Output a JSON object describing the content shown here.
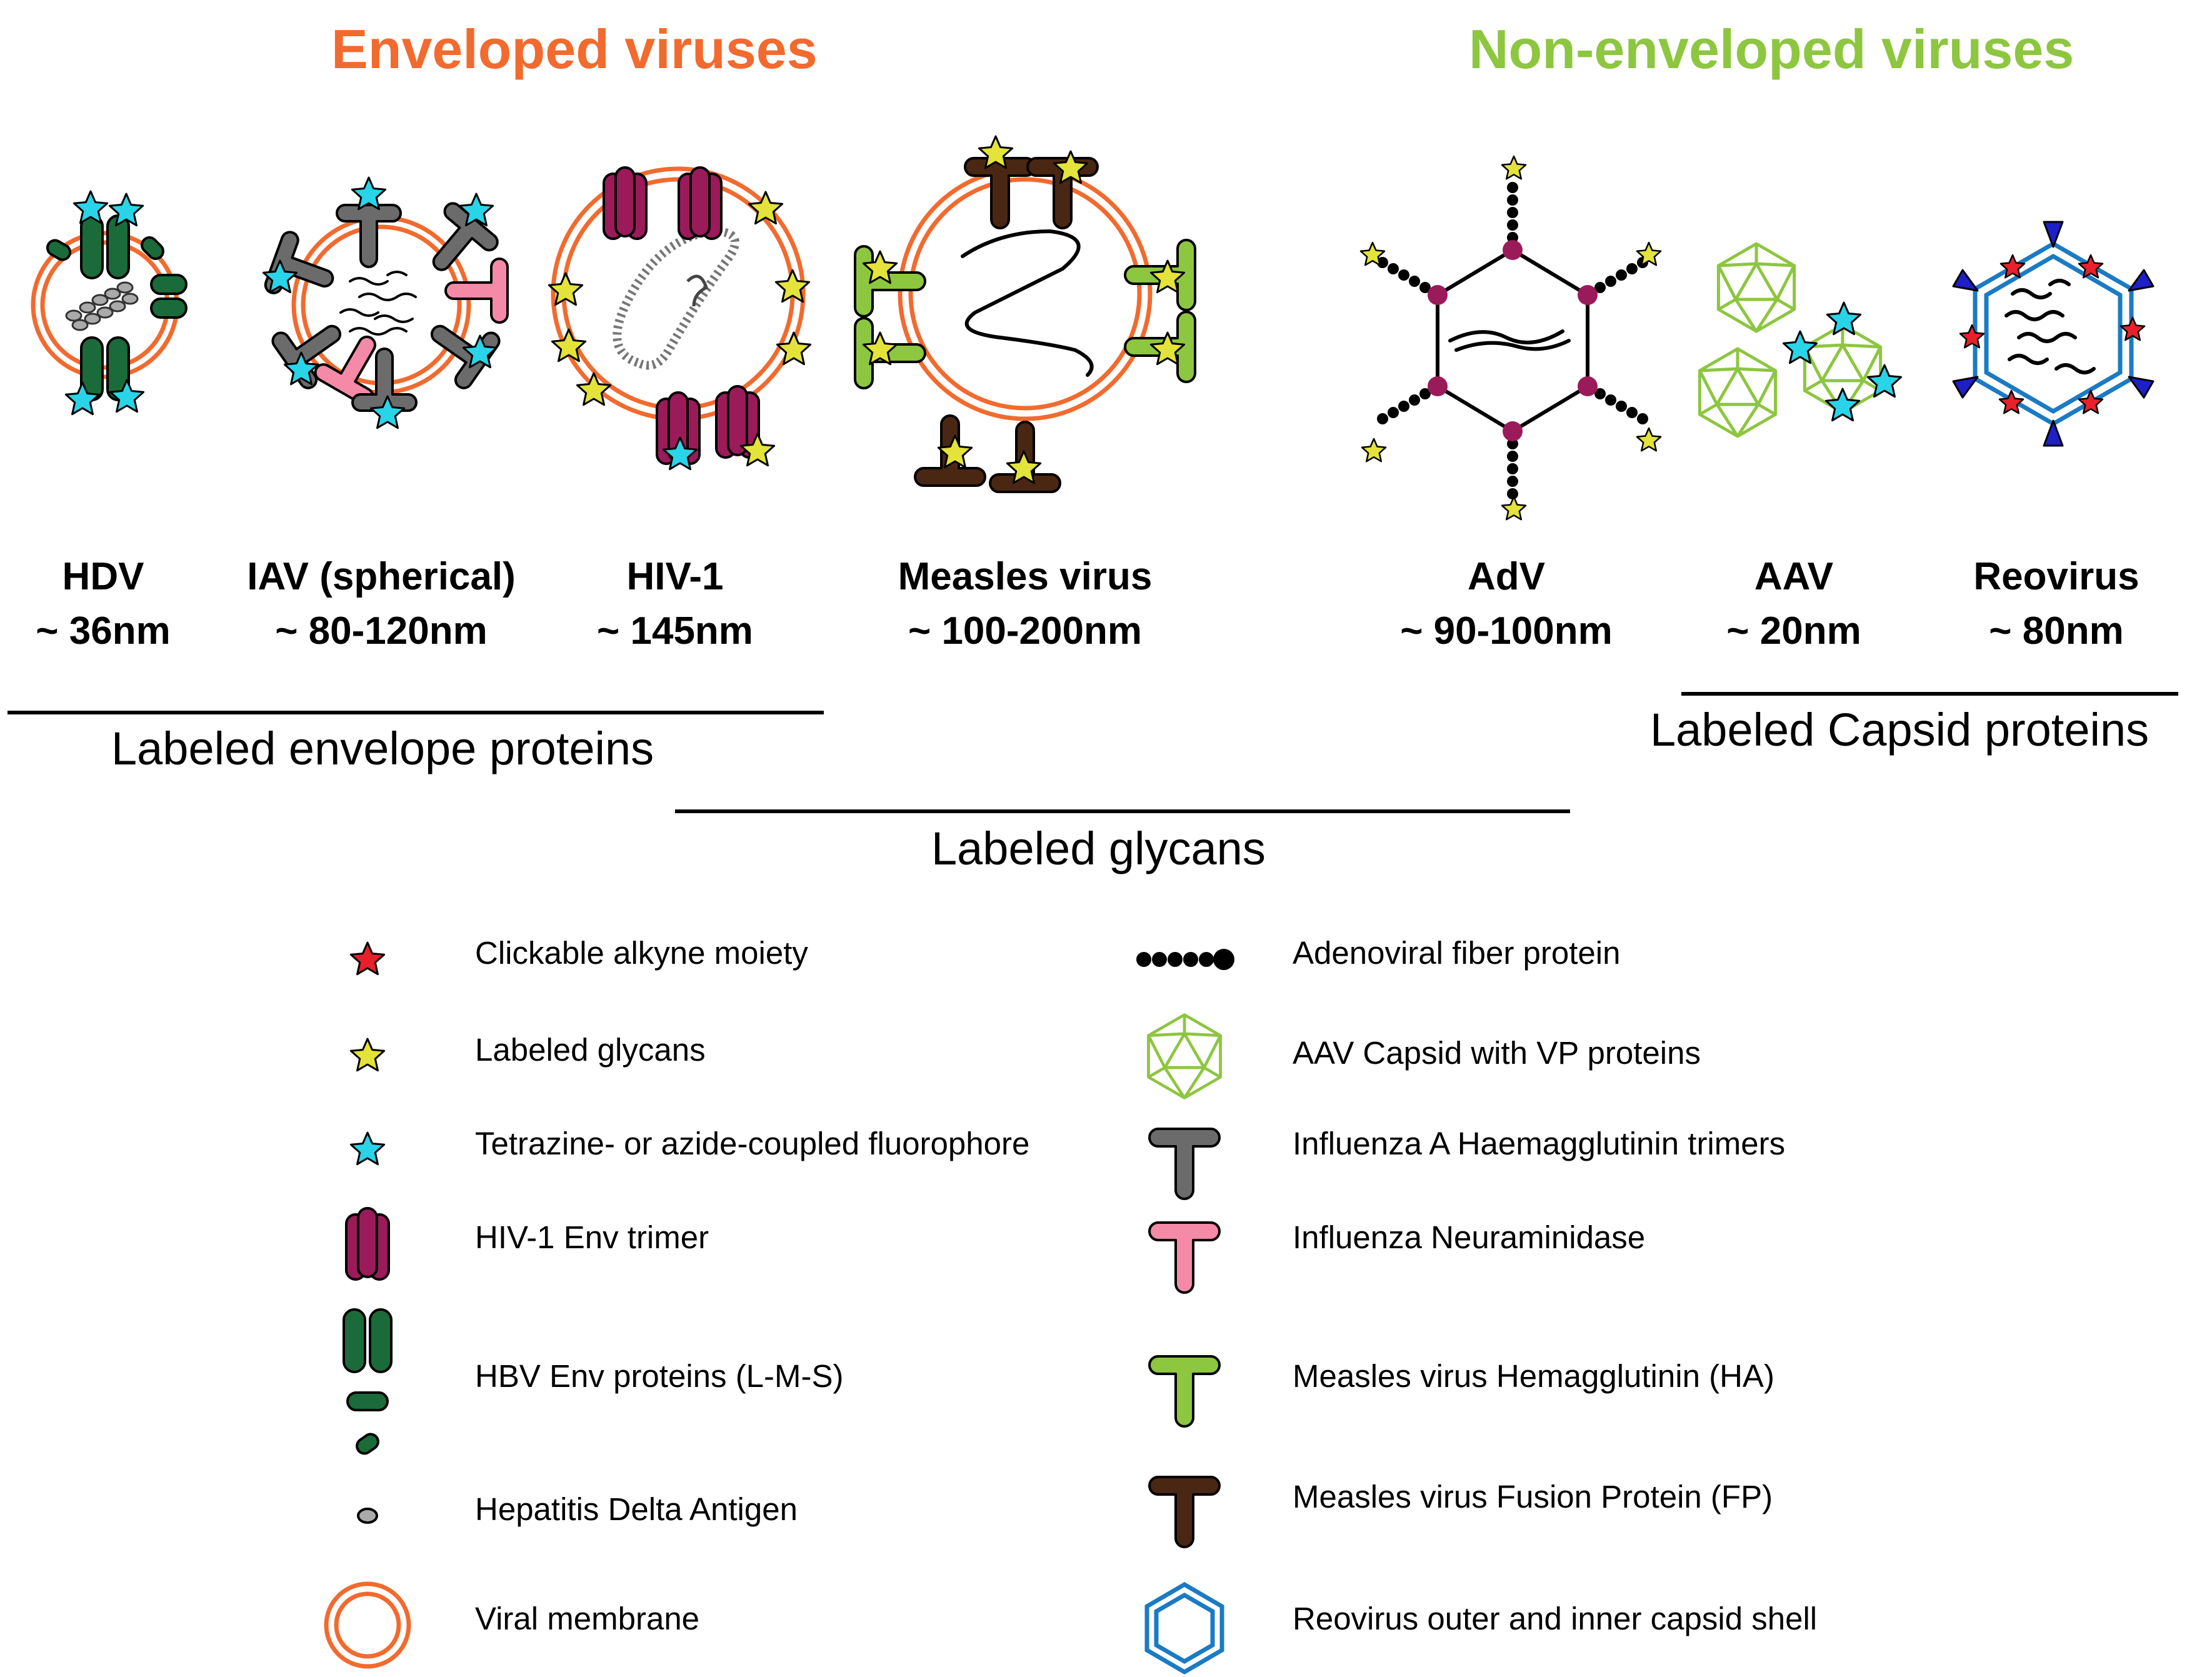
{
  "headings": {
    "enveloped": "Enveloped viruses",
    "non_enveloped": "Non-enveloped viruses"
  },
  "viruses": [
    {
      "name": "HDV",
      "size": "~ 36nm"
    },
    {
      "name": "IAV (spherical)",
      "size": "~ 80-120nm"
    },
    {
      "name": "HIV-1",
      "size": "~ 145nm"
    },
    {
      "name": "Measles virus",
      "size": "~ 100-200nm"
    },
    {
      "name": "AdV",
      "size": "~ 90-100nm"
    },
    {
      "name": "AAV",
      "size": "~ 20nm"
    },
    {
      "name": "Reovirus",
      "size": "~ 80nm"
    }
  ],
  "groups": {
    "envelope_proteins": "Labeled envelope proteins",
    "capsid_proteins": "Labeled Capsid proteins",
    "glycans": "Labeled glycans"
  },
  "legend_left": [
    {
      "label": "Clickable alkyne moiety",
      "icon": "red-star-icon"
    },
    {
      "label": "Labeled glycans",
      "icon": "yellow-star-icon"
    },
    {
      "label": "Tetrazine- or azide-coupled fluorophore",
      "icon": "cyan-star-icon"
    },
    {
      "label": "HIV-1 Env trimer",
      "icon": "hiv-env-trimer-icon"
    },
    {
      "label": "HBV Env proteins (L-M-S)",
      "icon": "hbv-env-proteins-icon"
    },
    {
      "label": "Hepatitis Delta Antigen",
      "icon": "delta-antigen-icon"
    },
    {
      "label": "Viral membrane",
      "icon": "viral-membrane-icon"
    }
  ],
  "legend_right": [
    {
      "label": "Adenoviral fiber protein",
      "icon": "fiber-protein-icon"
    },
    {
      "label": "AAV Capsid with VP proteins",
      "icon": "aav-capsid-icon"
    },
    {
      "label": "Influenza A Haemagglutinin trimers",
      "icon": "ha-trimer-icon"
    },
    {
      "label": "Influenza Neuraminidase",
      "icon": "neuraminidase-icon"
    },
    {
      "label": "Measles virus Hemagglutinin (HA)",
      "icon": "measles-ha-icon"
    },
    {
      "label": "Measles virus Fusion Protein (FP)",
      "icon": "measles-fp-icon"
    },
    {
      "label": "Reovirus outer and inner capsid shell",
      "icon": "reovirus-shell-icon"
    }
  ],
  "colors": {
    "enveloped_heading": "#f26a2e",
    "non_enveloped_heading": "#8dc63f",
    "membrane": "#f26a2e",
    "hbv_env": "#1b6b3a",
    "hiv_env": "#9b1b5a",
    "ha": "#6b6b6b",
    "neuraminidase": "#f48aa8",
    "measles_ha": "#8dc63f",
    "measles_fp": "#4a2713",
    "aav": "#8dc63f",
    "reovirus": "#1a7bc4",
    "alkyne_star": "#e8202a",
    "glycan_star": "#e3e33a",
    "fluor_star": "#2ad4e8",
    "adv_vertex": "#9b1b5a"
  }
}
